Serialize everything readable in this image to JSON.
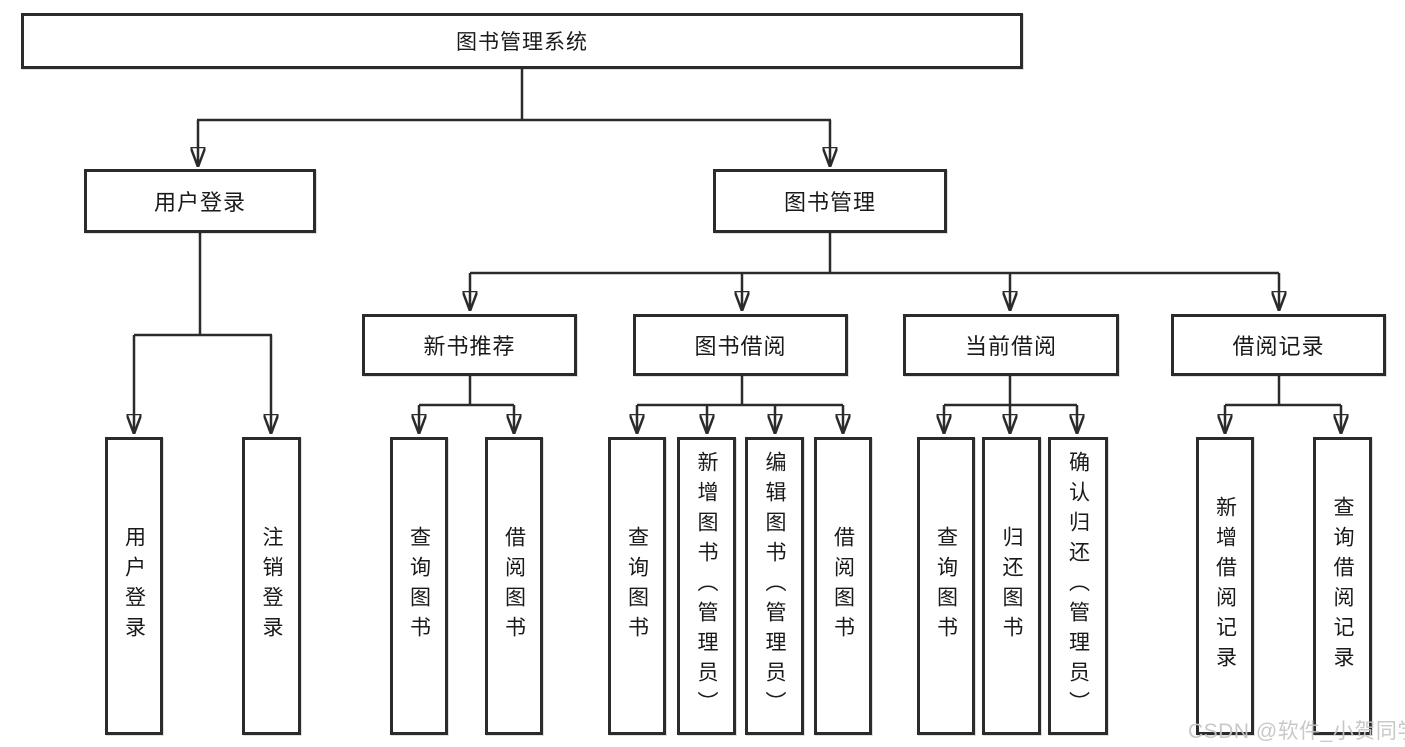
{
  "colors": {
    "line": "#2b2b2b",
    "box_border": "#2b2b2b",
    "text": "#1a1a1a",
    "background": "#ffffff",
    "watermark": "#c6c6c6"
  },
  "watermark": "CSDN @软件_小贺同学",
  "tree": {
    "root": {
      "label": "图书管理系统"
    },
    "level2": [
      {
        "label": "用户登录",
        "leaves": [
          "用户登录",
          "注销登录"
        ]
      },
      {
        "label": "图书管理",
        "groups": [
          {
            "label": "新书推荐",
            "leaves": [
              "查询图书",
              "借阅图书"
            ]
          },
          {
            "label": "图书借阅",
            "leaves": [
              "查询图书",
              "新增图书（管理员）",
              "编辑图书（管理员）",
              "借阅图书"
            ]
          },
          {
            "label": "当前借阅",
            "leaves": [
              "查询图书",
              "归还图书",
              "确认归还（管理员）"
            ]
          },
          {
            "label": "借阅记录",
            "leaves": [
              "新增借阅记录",
              "查询借阅记录"
            ]
          }
        ]
      }
    ]
  }
}
